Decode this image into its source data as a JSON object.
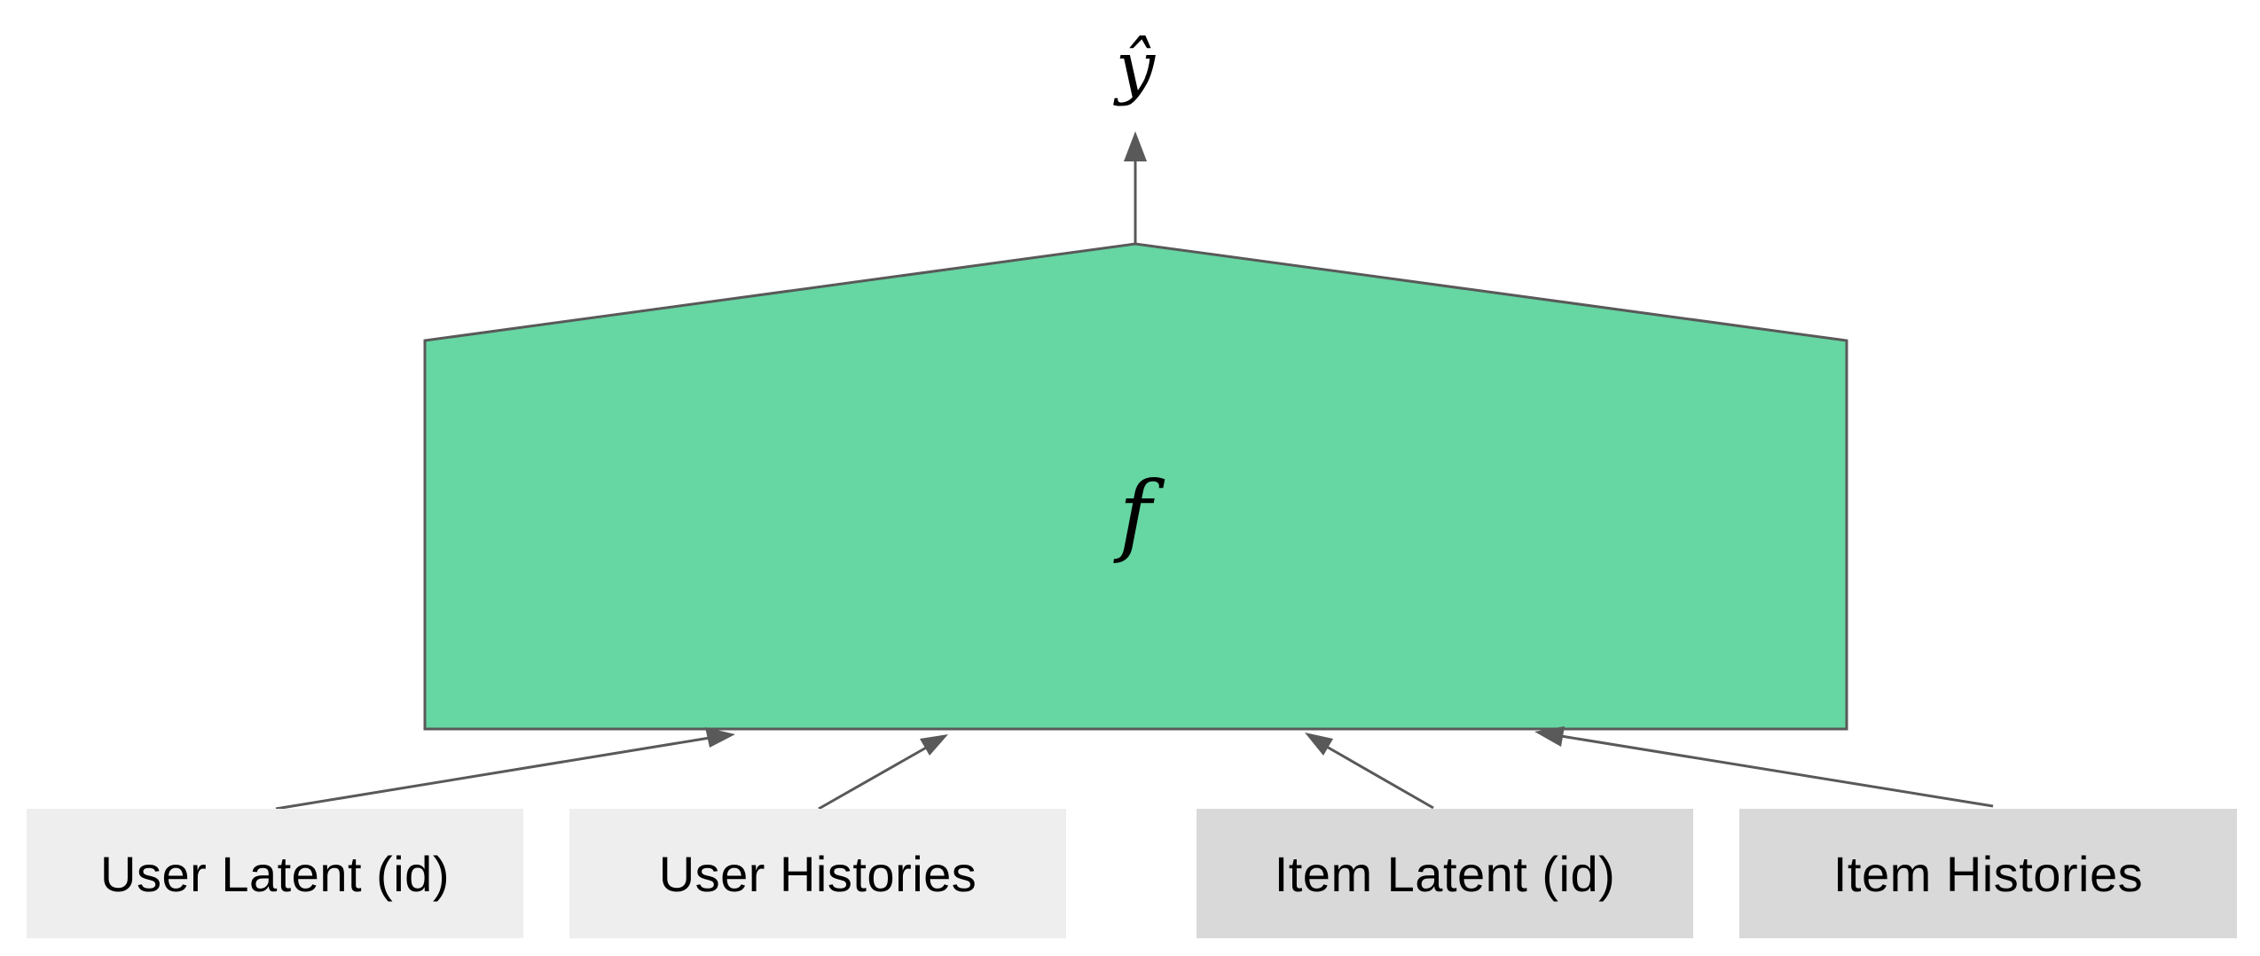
{
  "diagram": {
    "output_label": "ŷ",
    "function_label": "f",
    "colors": {
      "function_fill": "#66D6A2",
      "stroke": "#595959",
      "user_box_fill": "#EEEEEE",
      "item_box_fill": "#D9D9D9",
      "text": "#000000"
    },
    "inputs": [
      {
        "label": "User Latent (id)",
        "group": "user"
      },
      {
        "label": "User Histories",
        "group": "user"
      },
      {
        "label": "Item Latent (id)",
        "group": "item"
      },
      {
        "label": "Item Histories",
        "group": "item"
      }
    ]
  }
}
